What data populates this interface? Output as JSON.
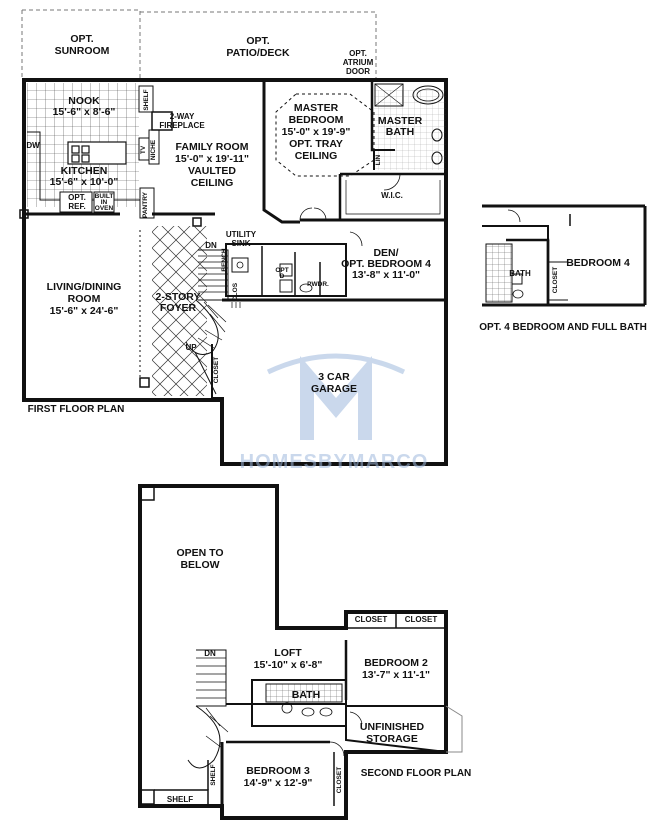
{
  "first_floor": {
    "caption": "FIRST FLOOR PLAN",
    "rooms": {
      "sunroom": [
        "OPT.",
        "SUNROOM"
      ],
      "patio": [
        "OPT.",
        "PATIO/DECK"
      ],
      "atrium_door": [
        "OPT.",
        "ATRIUM",
        "DOOR"
      ],
      "nook": [
        "NOOK",
        "15'-6\" x 8'-6\""
      ],
      "shelf": "SHELF",
      "fireplace": [
        "2-WAY",
        "FIREPLACE"
      ],
      "family_room": [
        "FAMILY ROOM",
        "15'-0\" x 19'-11\"",
        "VAULTED",
        "CEILING"
      ],
      "tv": "TV",
      "niche": "NICHE",
      "dw": "DW",
      "kitchen": [
        "KITCHEN",
        "15'-6\" x 10'-0\""
      ],
      "opt_ref": [
        "OPT.",
        "REF."
      ],
      "built_in_oven": [
        "BUILT",
        "IN",
        "OVEN"
      ],
      "pantry": "PANTRY",
      "master_bedroom": [
        "MASTER",
        "BEDROOM",
        "15'-0\" x 19'-9\"",
        "OPT. TRAY",
        "CEILING"
      ],
      "master_bath": [
        "MASTER",
        "BATH"
      ],
      "lin": "LIN",
      "wic": "W.I.C.",
      "living_dining": [
        "LIVING/DINING",
        "ROOM",
        "15'-6\" x 24'-6\""
      ],
      "foyer": [
        "2-STORY",
        "FOYER"
      ],
      "dn": "DN",
      "up": "UP",
      "utility_sink": [
        "UTILITY",
        "SINK"
      ],
      "bench": "BENCH",
      "opt_d": [
        "OPT",
        "D"
      ],
      "clos": "CLOS",
      "pwdr": "PWDR.",
      "den": [
        "DEN/",
        "OPT. BEDROOM 4",
        "13'-8\" x 11'-0\""
      ],
      "closet": "CLOSET",
      "garage": [
        "3 CAR",
        "GARAGE"
      ]
    }
  },
  "option": {
    "caption": "OPT. 4 BEDROOM AND FULL BATH",
    "bedroom4": "BEDROOM 4",
    "bath": "BATH",
    "closet": "CLOSET"
  },
  "second_floor": {
    "caption": "SECOND FLOOR PLAN",
    "rooms": {
      "open_below": [
        "OPEN TO",
        "BELOW"
      ],
      "closet_1": "CLOSET",
      "closet_2": "CLOSET",
      "loft": [
        "LOFT",
        "15'-10\" x 6'-8\""
      ],
      "dn": "DN",
      "bedroom2": [
        "BEDROOM 2",
        "13'-7\" x 11'-1\""
      ],
      "bath": "BATH",
      "unfinished": [
        "UNFINISHED",
        "STORAGE"
      ],
      "shelf_v": "SHELF",
      "bedroom3": [
        "BEDROOM 3",
        "14'-9\" x 12'-9\""
      ],
      "closet_v": "CLOSET",
      "shelf_h": "SHELF"
    }
  },
  "watermark": "HOMESBYMARCO",
  "colors": {
    "line": "#111111",
    "dash": "#666666",
    "watermark": "#9fb9dd"
  }
}
